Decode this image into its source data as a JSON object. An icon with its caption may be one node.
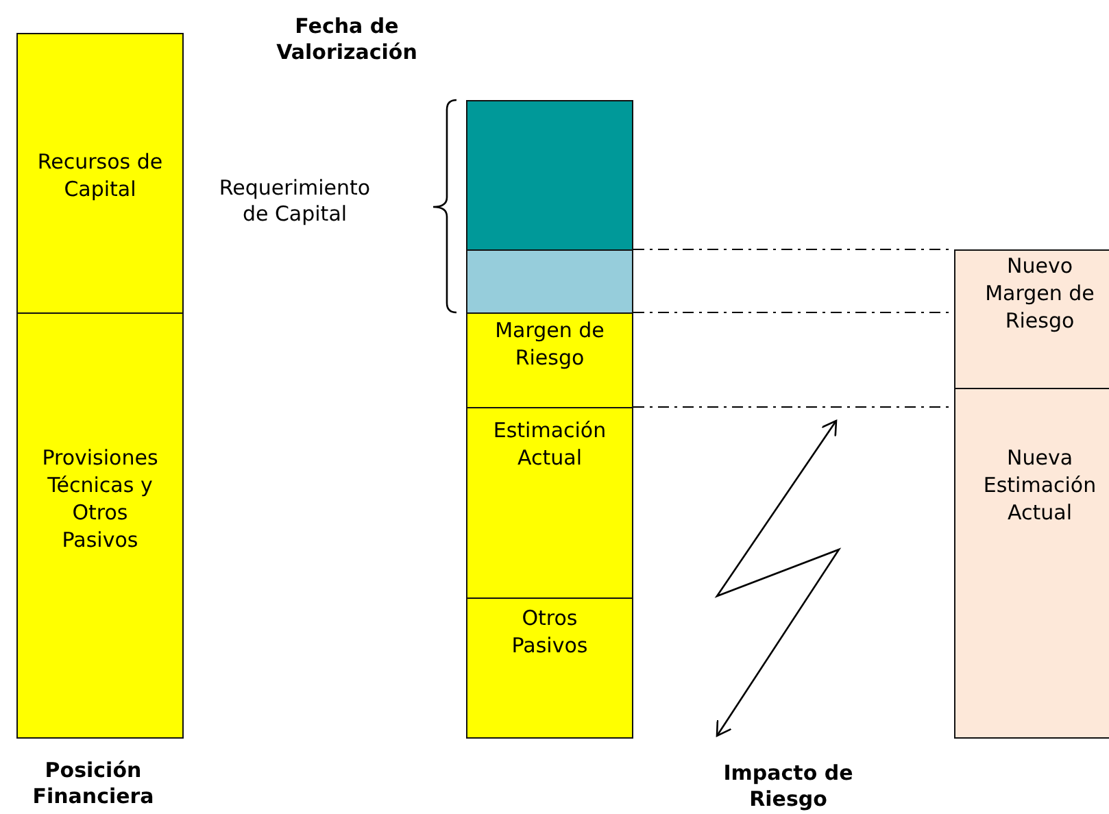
{
  "diagram": {
    "nodes": [
      {
        "text": [
          "Recursos de Capital"
        ]
      },
      {
        "text": [
          "Provisiones Técnicas y Otros Pasivos"
        ]
      },
      {
        "text": [],
        "shape": "box"
      },
      {
        "text": [],
        "shape": "box"
      },
      {
        "text": [
          "Margen de Riesgo"
        ]
      },
      {
        "text": [
          "Estimación Actual"
        ]
      },
      {
        "text": [
          "Otros Pasivos"
        ]
      },
      {
        "text": [
          "Nuevo Margen de Riesgo"
        ]
      },
      {
        "text": [
          "Nueva Estimación Actual"
        ]
      }
    ],
    "edges": [
      {
        "from": 3,
        "to": 7,
        "arrow": "none",
        "style": "dashed"
      },
      {
        "from": 3,
        "to": 7,
        "arrow": "none",
        "style": "dashed"
      },
      {
        "from": 4,
        "to": 8,
        "arrow": "none",
        "style": "dashed"
      }
    ],
    "labels": [
      "Fecha de Valorización",
      "Requerimiento de Capital",
      "Posición Financiera",
      "Impacto de Riesgo"
    ]
  }
}
